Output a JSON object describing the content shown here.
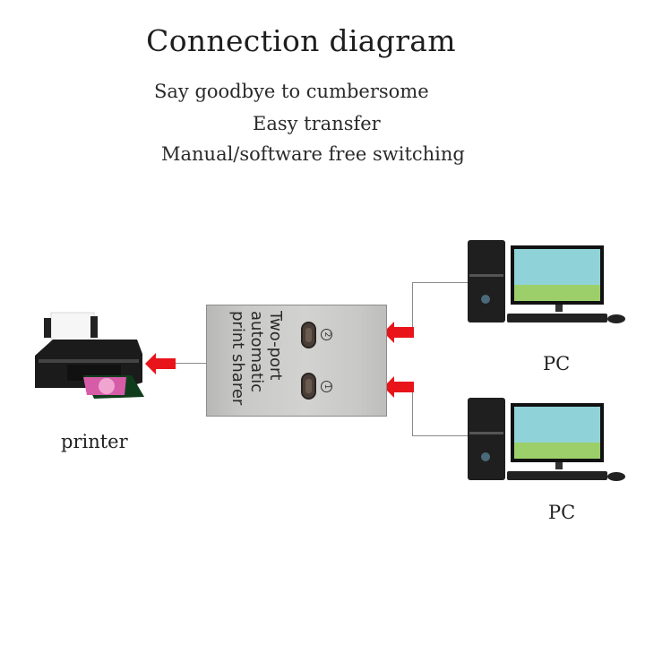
{
  "header": {
    "title": "Connection diagram",
    "subtitles": [
      "Say goodbye to cumbersome",
      "Easy transfer",
      "Manual/software free switching"
    ]
  },
  "device": {
    "text_lines": [
      "Two-port",
      "automatic",
      "print sharer"
    ],
    "ports": [
      {
        "number": "2"
      },
      {
        "number": "1"
      }
    ]
  },
  "nodes": {
    "printer_label": "printer",
    "pc_top_label": "PC",
    "pc_bottom_label": "PC"
  },
  "colors": {
    "arrow": "#e8141a",
    "connector_line": "#8a8a8a",
    "sharer_body": "#cbcbc9"
  }
}
